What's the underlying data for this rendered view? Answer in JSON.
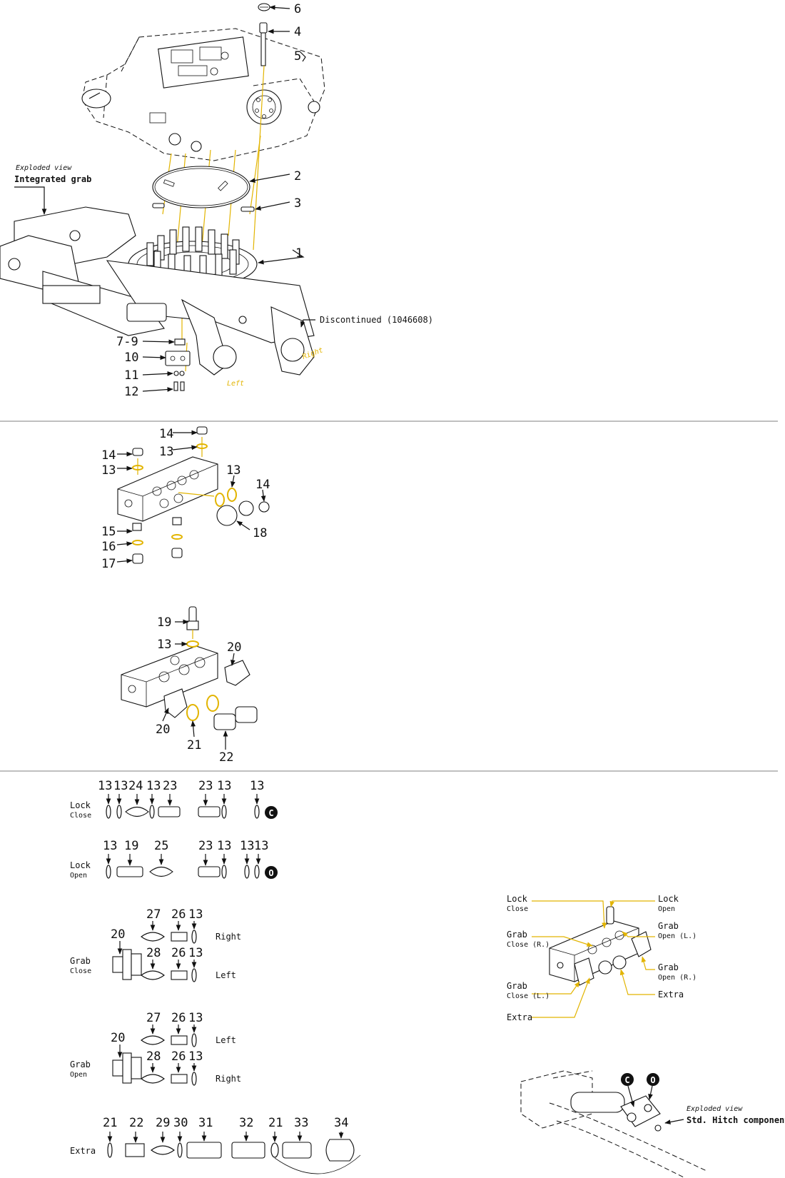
{
  "section1": {
    "caption_small": "Exploded view",
    "caption_title": "Integrated grab",
    "discontinued_label": "Discontinued (1046608)",
    "right_label": "Right",
    "left_label": "Left",
    "callouts": [
      "6",
      "4",
      "5",
      "2",
      "3",
      "1",
      "7-9",
      "10",
      "11",
      "12"
    ]
  },
  "section2": {
    "callouts_a": [
      "14",
      "13",
      "14",
      "13",
      "13",
      "14",
      "18",
      "15",
      "16",
      "17"
    ],
    "callouts_b": [
      "19",
      "13",
      "20",
      "20",
      "21",
      "22"
    ]
  },
  "section3": {
    "rows": [
      {
        "label_cap": "Lock",
        "label_sub": "Close",
        "numbers": [
          "13",
          "13",
          "24",
          "13",
          "23",
          "23",
          "13",
          "13"
        ],
        "badge": "C"
      },
      {
        "label_cap": "Lock",
        "label_sub": "Open",
        "numbers": [
          "13",
          "19",
          "25",
          "23",
          "13",
          "13",
          "13"
        ],
        "badge": "O"
      }
    ],
    "grab_close": {
      "label_cap": "Grab",
      "label_sub": "Close",
      "n20": "20",
      "top": [
        "27",
        "26",
        "13"
      ],
      "bottom": [
        "28",
        "26",
        "13"
      ],
      "side_top": "Right",
      "side_bottom": "Left"
    },
    "grab_open": {
      "label_cap": "Grab",
      "label_sub": "Open",
      "n20": "20",
      "top": [
        "27",
        "26",
        "13"
      ],
      "bottom": [
        "28",
        "26",
        "13"
      ],
      "side_top": "Left",
      "side_bottom": "Right"
    },
    "extra": {
      "label": "Extra",
      "numbers": [
        "21",
        "22",
        "29",
        "30",
        "31",
        "32",
        "21",
        "33",
        "34"
      ]
    }
  },
  "valve_legend": {
    "lock_close_cap": "Lock",
    "lock_close_sub": "Close",
    "lock_open_cap": "Lock",
    "lock_open_sub": "Open",
    "grab_close_r_cap": "Grab",
    "grab_close_r_sub": "Close (R.)",
    "grab_open_l_cap": "Grab",
    "grab_open_l_sub": "Open (L.)",
    "grab_open_r_cap": "Grab",
    "grab_open_r_sub": "Open (R.)",
    "grab_close_l_cap": "Grab",
    "grab_close_l_sub": "Close (L.)",
    "extra_right": "Extra",
    "extra_left": "Extra"
  },
  "hitch": {
    "badge_c": "C",
    "badge_o": "O",
    "caption_small": "Exploded view",
    "caption_title": "Std. Hitch components"
  },
  "colors": {
    "accent": "#e2b400",
    "line": "#111111",
    "separator": "#aaaaaa"
  }
}
